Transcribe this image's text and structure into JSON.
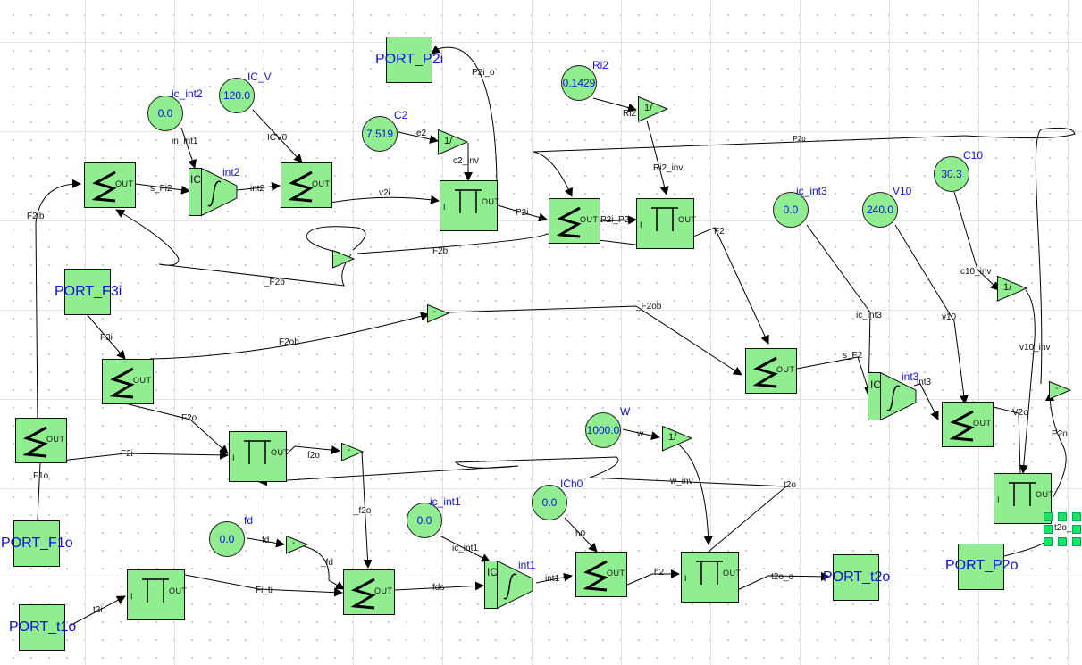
{
  "diagram": {
    "ports": [
      {
        "id": "p2i",
        "label": "PORT_P2i"
      },
      {
        "id": "f3i",
        "label": "PORT_F3i"
      },
      {
        "id": "f1o",
        "label": "PORT_F1o"
      },
      {
        "id": "t1o",
        "label": "PORT_t1o"
      },
      {
        "id": "t2o",
        "label": "PORT_t2o"
      },
      {
        "id": "p2o",
        "label": "PORT_P2o"
      }
    ],
    "constants": [
      {
        "name": "ic_int2",
        "value": "0.0"
      },
      {
        "name": "IC_V",
        "value": "120.0"
      },
      {
        "name": "C2",
        "value": "7.519"
      },
      {
        "name": "Ri2",
        "value": "0.1429"
      },
      {
        "name": "ic_int3",
        "value": "0.0"
      },
      {
        "name": "V10",
        "value": "240.0"
      },
      {
        "name": "C10",
        "value": "30.3"
      },
      {
        "name": "W",
        "value": "1000.0"
      },
      {
        "name": "ICh0",
        "value": "0.0"
      },
      {
        "name": "ic_int1",
        "value": "0.0"
      },
      {
        "name": "fd",
        "value": "0.0"
      }
    ],
    "integrators": [
      {
        "name": "int2",
        "ic": "IC"
      },
      {
        "name": "int3",
        "ic": "IC"
      },
      {
        "name": "int1",
        "ic": "IC"
      }
    ],
    "block_text": {
      "out": "OUT",
      "in": "I",
      "inv": "1/",
      "neg": "-"
    },
    "wires": [
      "in_int1",
      "ICV0",
      "s_Fi2",
      "int2",
      "F2ib",
      "v2i",
      "e2",
      "c2_inv",
      "P2i_o",
      "P2i",
      "Ri2",
      "Ri2_inv",
      "P2i_P2",
      "_P2o",
      "F2b",
      "_F2b",
      "F2",
      "F3i",
      "F2ob",
      "_F2ob",
      "ic_int3",
      "v10",
      "c10_inv",
      "v10_inv",
      "s_F2",
      "int3",
      "V2o",
      "P2o",
      "F2o",
      "F2i",
      "F1o",
      "f2o",
      "w",
      "w_inv",
      "t2o",
      "_f2o",
      "fd",
      "_fd",
      "Fi_ti",
      "t2i",
      "ic_int1",
      "h0",
      "fds",
      "int1",
      "h2",
      "t2o_o",
      "t2o_o"
    ],
    "colors": {
      "block_fill": "#90ee90",
      "label_blue": "#1010e0",
      "selection": "#20e060"
    }
  }
}
